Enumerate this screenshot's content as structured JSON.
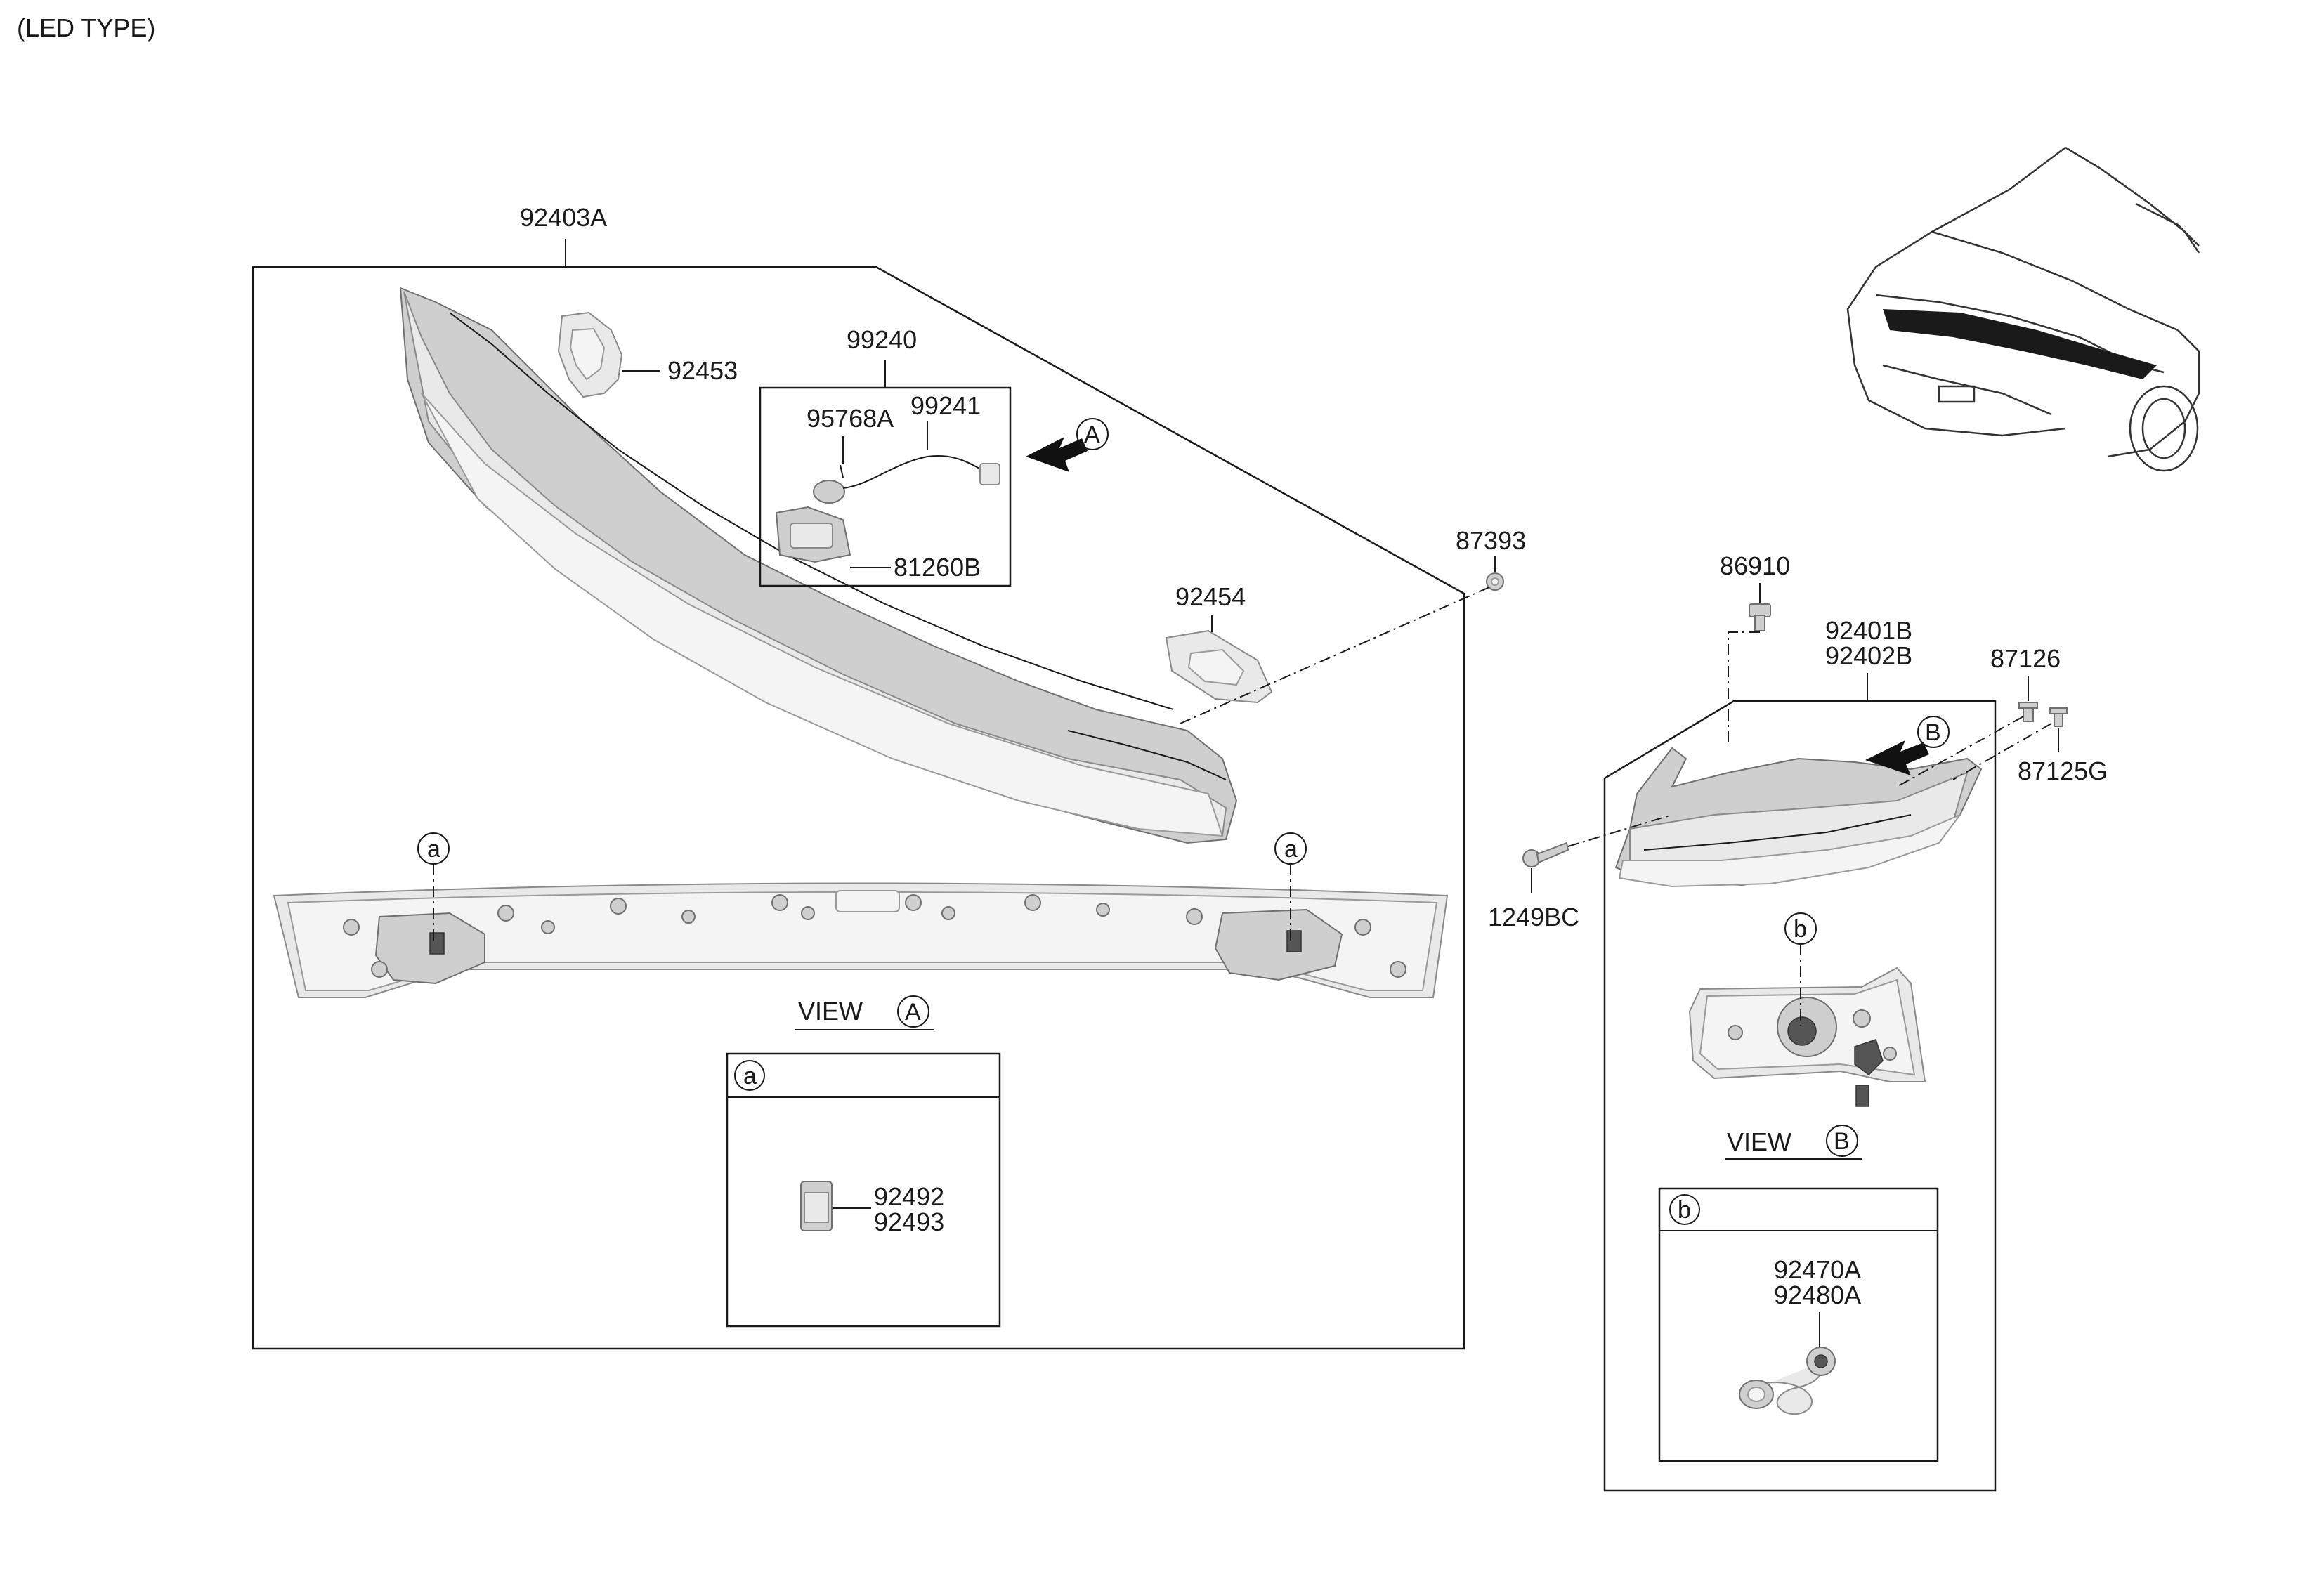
{
  "diagram": {
    "header": "(LED TYPE)",
    "parts": {
      "p92403A": "92403A",
      "p92453": "92453",
      "p99240": "99240",
      "p95768A": "95768A",
      "p99241": "99241",
      "p81260B": "81260B",
      "p87393": "87393",
      "p92454": "92454",
      "p86910": "86910",
      "p92401B": "92401B",
      "p92402B": "92402B",
      "p87126": "87126",
      "p87125G": "87125G",
      "p1249BC": "1249BC",
      "p92492": "92492",
      "p92493": "92493",
      "p92470A": "92470A",
      "p92480A": "92480A"
    },
    "callouts": {
      "a": "a",
      "b": "b",
      "A": "A",
      "B": "B"
    },
    "views": {
      "view_word": "VIEW"
    }
  }
}
